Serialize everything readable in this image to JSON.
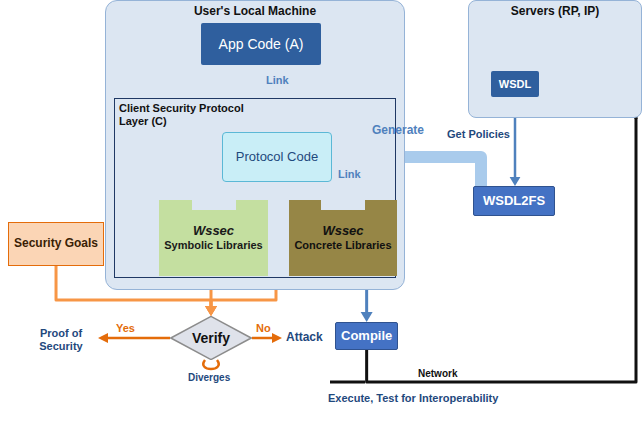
{
  "diagram": {
    "nodes": [
      {
        "text": [
          "User's Local Machine"
        ]
      },
      {
        "text": [
          "App Code (A)"
        ],
        "in": 0
      },
      {
        "text": [
          "Client Security Protocol Layer (C)"
        ],
        "in": 0
      },
      {
        "text": [
          "Protocol Code"
        ],
        "in": 2
      },
      {
        "text": [
          "Wssec",
          "Symbolic Libraries"
        ],
        "in": 2
      },
      {
        "text": [
          "Wssec",
          "Concrete Libraries"
        ],
        "in": 2
      },
      {
        "text": [
          "Servers (RP, IP)"
        ]
      },
      {
        "text": [
          "WSDL"
        ],
        "in": 6
      },
      {
        "text": [
          "WSDL2FS"
        ]
      },
      {
        "text": [
          "Security Goals"
        ]
      },
      {
        "text": [
          "Verify"
        ]
      },
      {
        "text": [
          "Compile"
        ]
      }
    ],
    "edges": [
      {
        "from": 1,
        "to": 3,
        "label": "Link",
        "arrow": "to"
      },
      {
        "from": 3,
        "to": 5,
        "label": "Link",
        "arrow": "to"
      },
      {
        "from": 8,
        "to": 3,
        "label": "Generate",
        "arrow": "to"
      },
      {
        "from": 7,
        "to": 8,
        "label": "Get Policies",
        "arrow": "to"
      },
      {
        "from": 5,
        "to": 11,
        "arrow": "to"
      },
      {
        "from": 9,
        "to": 10,
        "arrow": "to"
      },
      {
        "from": 3,
        "to": 10,
        "arrow": "to"
      },
      {
        "from": 4,
        "to": 10,
        "arrow": "to"
      },
      {
        "from": 11,
        "to": 6,
        "label": "Network",
        "arrow": "none"
      }
    ],
    "labels": [
      "Yes",
      "No",
      "Proof of Security",
      "Attack",
      "Diverges",
      "Execute, Test for Interoperability"
    ]
  }
}
